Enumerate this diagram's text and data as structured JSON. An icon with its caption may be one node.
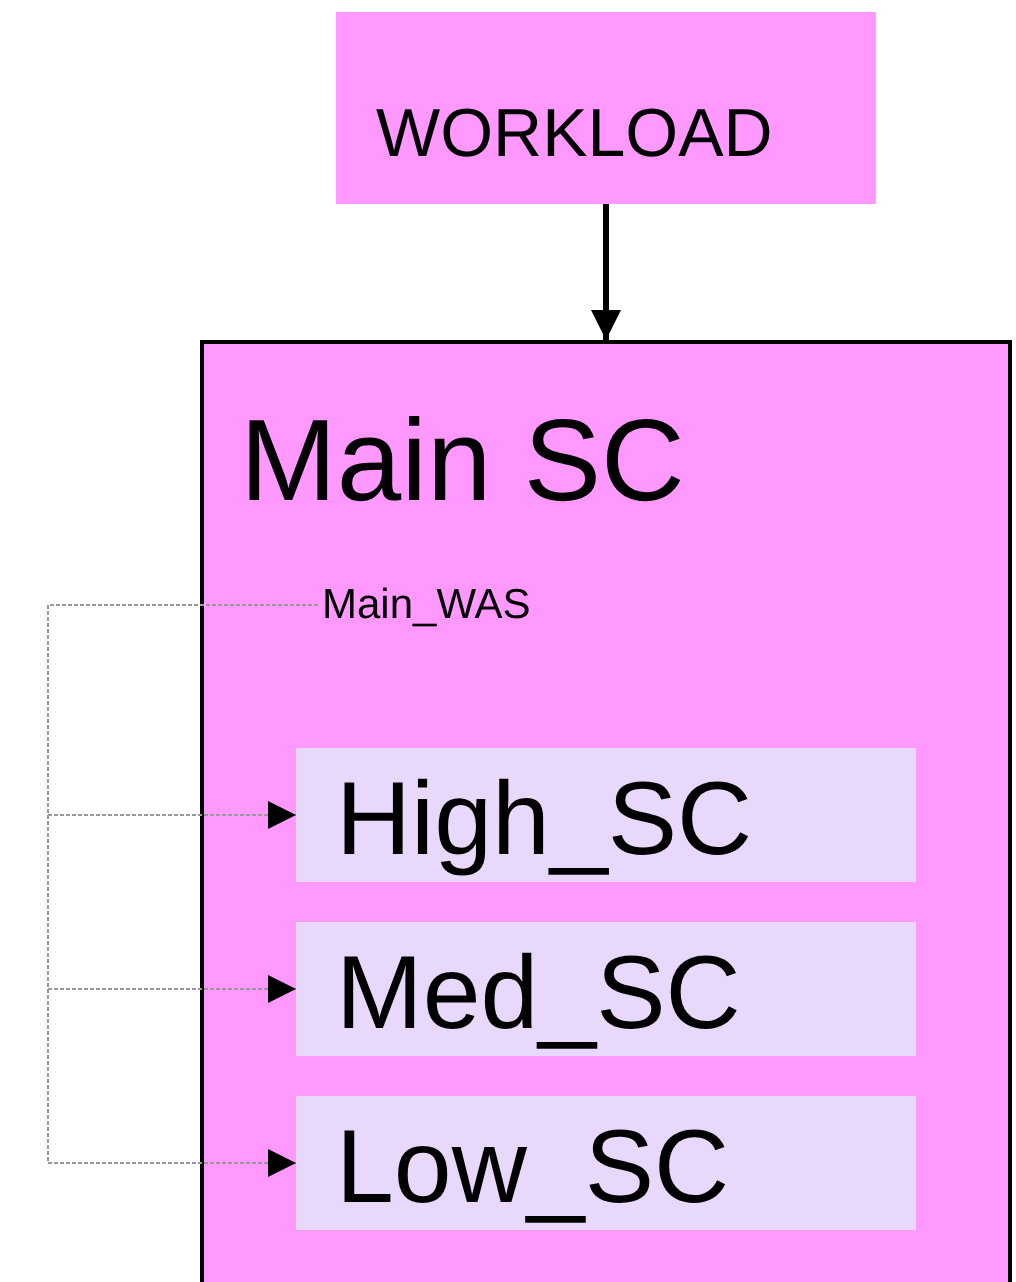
{
  "diagram": {
    "nodes": [
      {
        "text": [
          "WORKLOAD"
        ]
      },
      {
        "text": [
          "Main SC"
        ]
      },
      {
        "text": [
          "Main_WAS"
        ],
        "in": 1
      },
      {
        "text": [
          "High_SC"
        ],
        "in": 1
      },
      {
        "text": [
          "Med_SC"
        ],
        "in": 1
      },
      {
        "text": [
          "Low_SC"
        ],
        "in": 1
      }
    ],
    "edges": [
      {
        "from": 0,
        "to": 1,
        "arrow": "to",
        "style": "thick",
        "color": "#000000"
      },
      {
        "from": 2,
        "to": 3,
        "arrow": "to",
        "style": "dashed"
      },
      {
        "from": 2,
        "to": 4,
        "arrow": "to",
        "style": "dashed"
      },
      {
        "from": 2,
        "to": 5,
        "arrow": "to",
        "style": "dashed"
      }
    ]
  }
}
